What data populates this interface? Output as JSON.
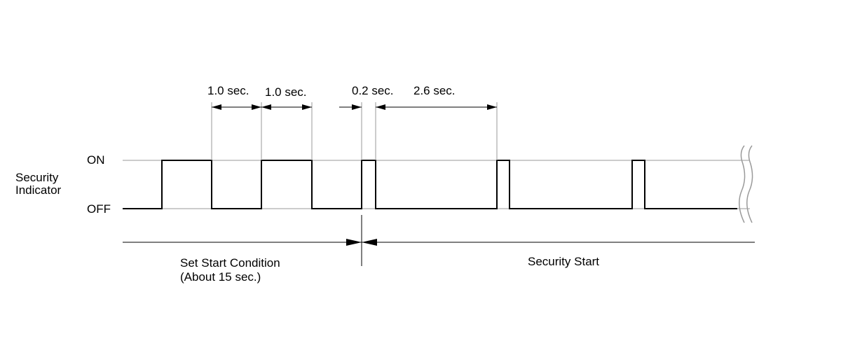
{
  "labels": {
    "signal_name_line1": "Security",
    "signal_name_line2": "Indicator",
    "on_level": "ON",
    "off_level": "OFF",
    "set_start_line1": "Set Start Condition",
    "set_start_line2": "(About 15 sec.)",
    "security_start": "Security Start"
  },
  "timings": {
    "pulse1": "1.0 sec.",
    "gap1": "1.0 sec.",
    "short_pulse": "0.2 sec.",
    "interval": "2.6 sec."
  },
  "colors": {
    "signal": "#000000",
    "reference_line": "#9a9a9a"
  }
}
